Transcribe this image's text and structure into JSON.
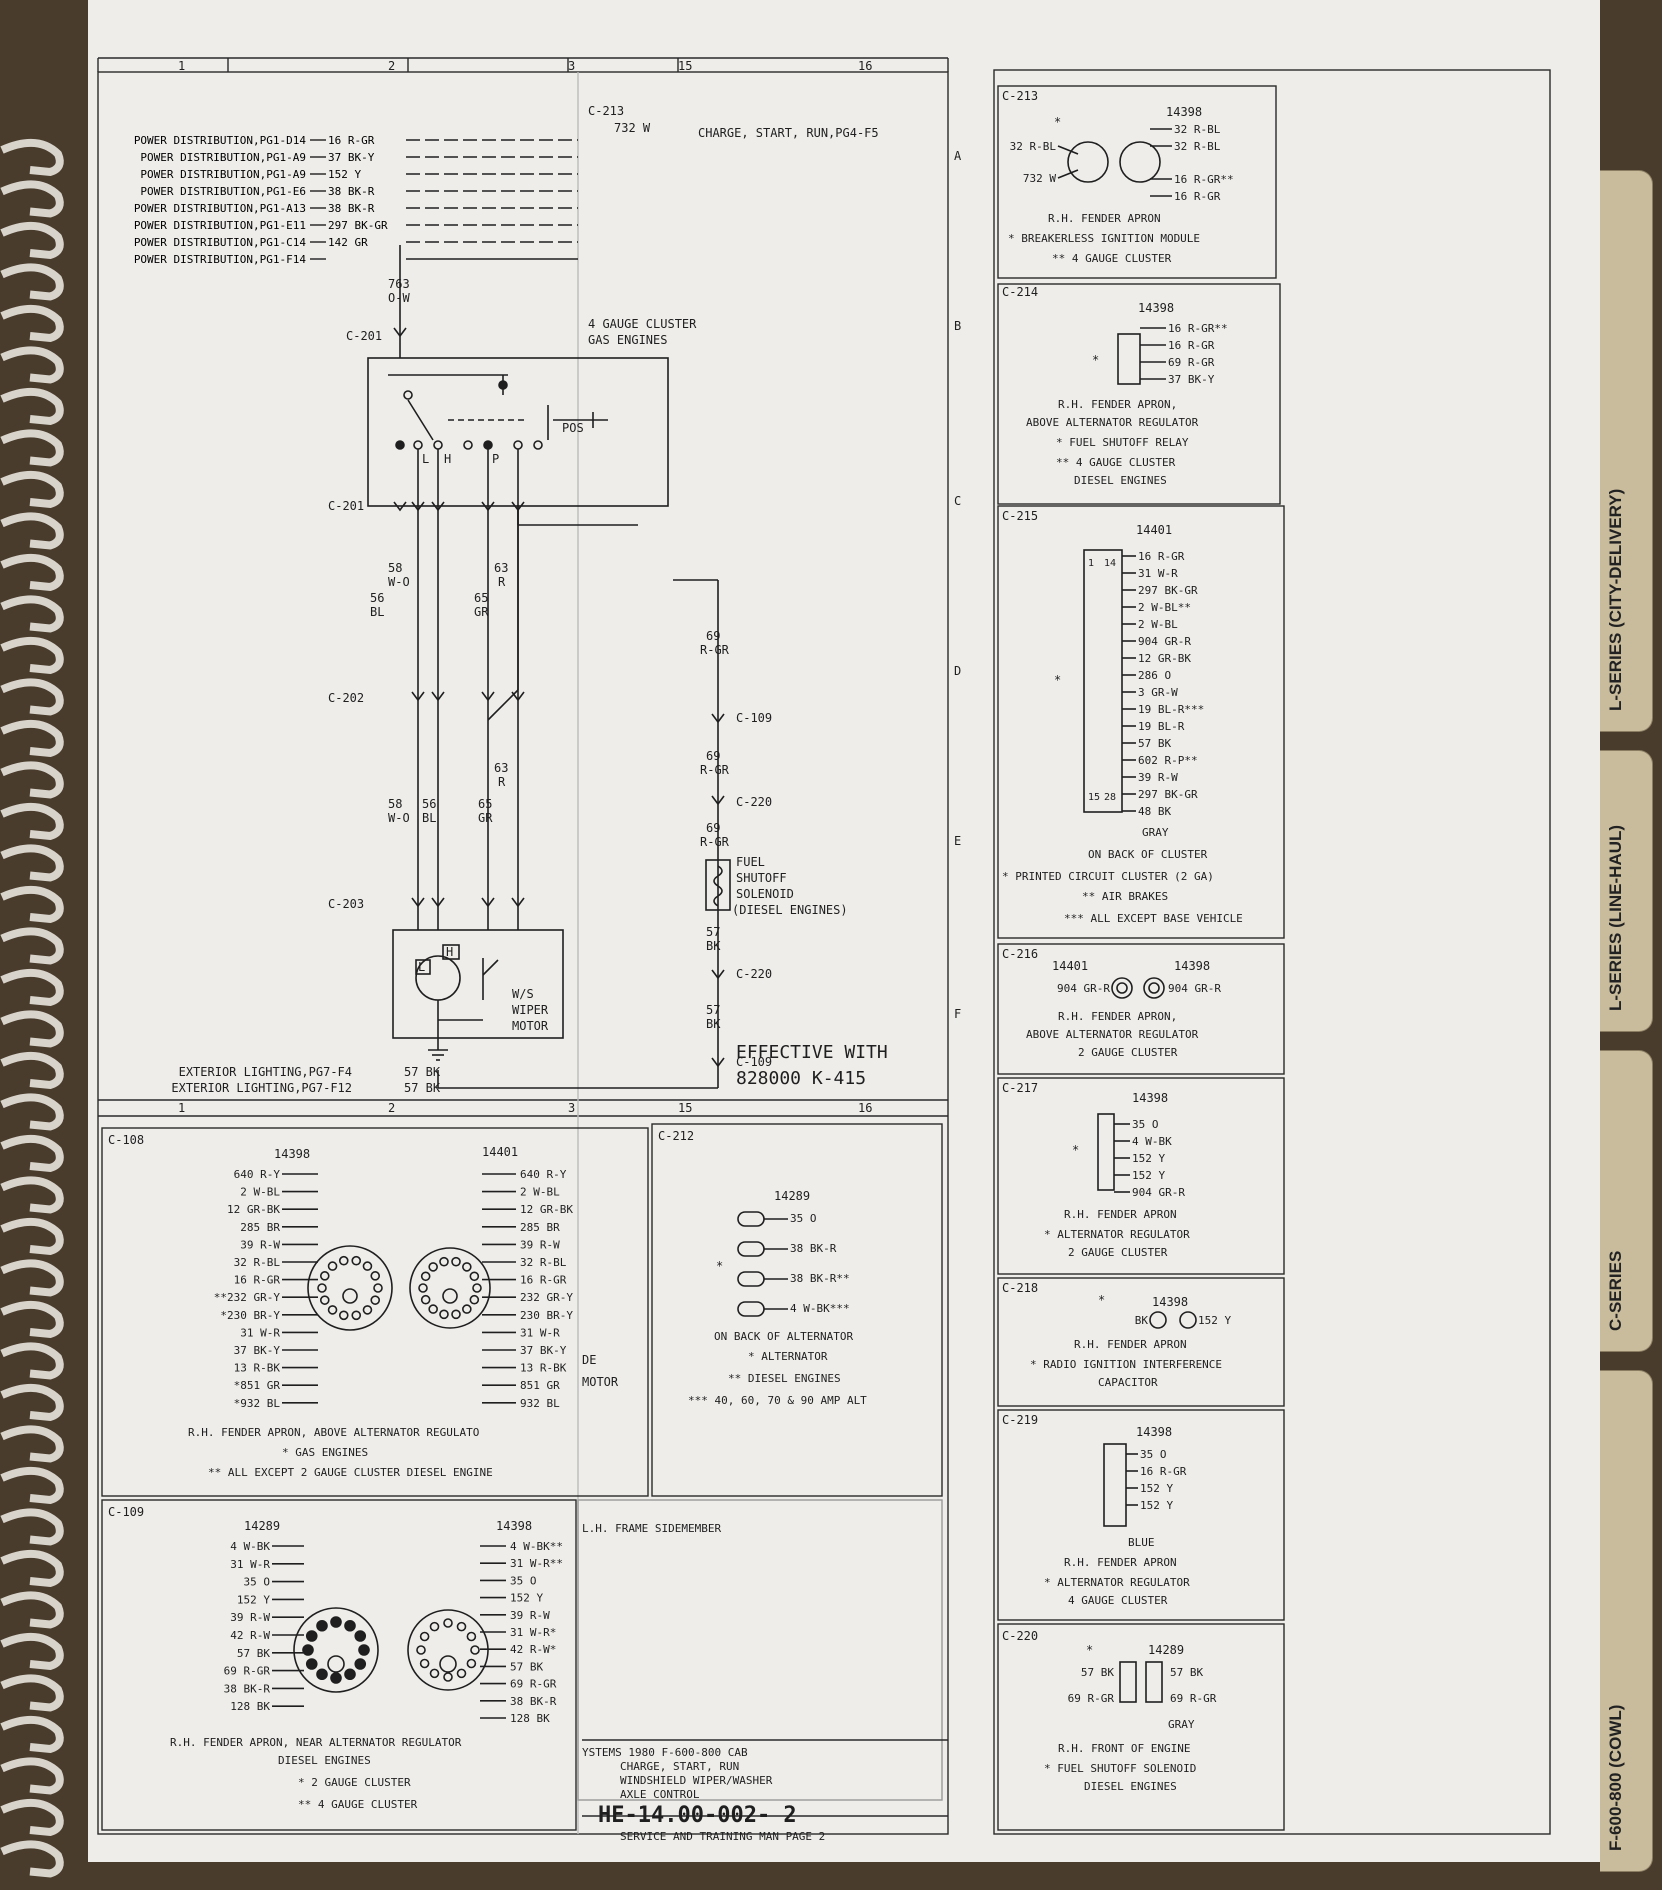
{
  "tabs": [
    "L-SERIES (CITY-DELIVERY)",
    "L-SERIES (LINE-HAUL)",
    "C-SERIES",
    "F-600-800 (COWL)"
  ],
  "grid": {
    "top_cols": [
      "1",
      "2",
      "3",
      "15",
      "16"
    ],
    "rows": [
      "A",
      "B",
      "C",
      "D",
      "E",
      "F"
    ]
  },
  "power_rows": [
    {
      "label": "POWER DISTRIBUTION,PG1-D14",
      "wire": "16 R-GR"
    },
    {
      "label": "POWER DISTRIBUTION,PG1-A9",
      "wire": "37 BK-Y"
    },
    {
      "label": "POWER DISTRIBUTION,PG1-A9",
      "wire": "152 Y"
    },
    {
      "label": "POWER DISTRIBUTION,PG1-E6",
      "wire": "38 BK-R"
    },
    {
      "label": "POWER DISTRIBUTION,PG1-A13",
      "wire": "38 BK-R"
    },
    {
      "label": "POWER DISTRIBUTION,PG1-E11",
      "wire": "297 BK-GR"
    },
    {
      "label": "POWER DISTRIBUTION,PG1-C14",
      "wire": "142 GR"
    },
    {
      "label": "POWER DISTRIBUTION,PG1-F14",
      "wire": ""
    }
  ],
  "schematic": {
    "c213": "C-213",
    "c213_wire": "732 W",
    "c213_dest": "CHARGE, START, RUN,PG4-F5",
    "w763a": "763",
    "w763b": "O-W",
    "c201": "C-201",
    "c202": "C-202",
    "c203": "C-203",
    "w58a": "58",
    "w58b": "W-O",
    "w56a": "56",
    "w56b": "BL",
    "w63a": "63",
    "w63b": "R",
    "w65a": "65",
    "w65b": "GR",
    "sw_h": "H",
    "sw_l": "L",
    "sw_p": "P",
    "sw_pos": "POS",
    "motor_h": "H",
    "motor_l": "L",
    "wiper1": "W/S",
    "wiper2": "WIPER",
    "wiper3": "MOTOR",
    "cluster1": "4 GAUGE CLUSTER",
    "cluster2": "GAS ENGINES",
    "w69a": "69",
    "w69b": "R-GR",
    "c109": "C-109",
    "c220": "C-220",
    "sol1": "FUEL",
    "sol2": "SHUTOFF",
    "sol3": "SOLENOID",
    "sol4": "(DIESEL ENGINES)",
    "w57a": "57",
    "w57b": "BK",
    "ext1": "EXTERIOR LIGHTING,PG7-F4",
    "ext2": "EXTERIOR LIGHTING,PG7-F12",
    "ext_wire": "57 BK",
    "eff1": "EFFECTIVE WITH",
    "eff2": "828000 K-415"
  },
  "c108": {
    "id": "C-108",
    "part_a": "14398",
    "part_b": "14401",
    "left": [
      "640 R-Y",
      "2 W-BL",
      "12 GR-BK",
      "285 BR",
      "39 R-W",
      "32 R-BL",
      "16 R-GR",
      "**232 GR-Y",
      "*230 BR-Y",
      "31 W-R",
      "37 BK-Y",
      "13 R-BK",
      "*851 GR",
      "*932 BL"
    ],
    "right": [
      "640 R-Y",
      "2 W-BL",
      "12 GR-BK",
      "285 BR",
      "39 R-W",
      "32 R-BL",
      "16 R-GR",
      "232 GR-Y",
      "230 BR-Y",
      "31 W-R",
      "37 BK-Y",
      "13 R-BK",
      "851 GR",
      "932 BL"
    ],
    "loc": "R.H. FENDER APRON, ABOVE ALTERNATOR REGULATO",
    "n1": "* GAS ENGINES",
    "n2": "** ALL EXCEPT 2 GAUGE CLUSTER DIESEL ENGINE"
  },
  "c212": {
    "id": "C-212",
    "part": "14289",
    "wires": [
      "35 O",
      "38 BK-R",
      "38 BK-R**",
      "4 W-BK***"
    ],
    "star": "*",
    "loc": "ON BACK OF ALTERNATOR",
    "n1": "* ALTERNATOR",
    "n2": "** DIESEL ENGINES",
    "n3": "*** 40, 60, 70 & 90 AMP ALT",
    "frag1": "DE",
    "frag2": "MOTOR"
  },
  "c109": {
    "id": "C-109",
    "part_a": "14289",
    "part_b": "14398",
    "left": [
      "4 W-BK",
      "31 W-R",
      "35 O",
      "152 Y",
      "39 R-W",
      "42 R-W",
      "57 BK",
      "69 R-GR",
      "38 BK-R",
      "128 BK"
    ],
    "right": [
      "4 W-BK**",
      "31 W-R**",
      "35 O",
      "152 Y",
      "39 R-W",
      "31 W-R*",
      "42 R-W*",
      "57 BK",
      "69 R-GR",
      "38 BK-R",
      "128 BK"
    ],
    "loc": "R.H. FENDER APRON, NEAR ALTERNATOR REGULATOR",
    "loc2": "DIESEL ENGINES",
    "n1": "* 2 GAUGE CLUSTER",
    "n2": "** 4 GAUGE CLUSTER"
  },
  "frame": "L.H. FRAME SIDEMEMBER",
  "title_block": {
    "l1": "YSTEMS 1980 F-600-800 CAB",
    "l2": "CHARGE, START, RUN",
    "l3": "WINDSHIELD WIPER/WASHER",
    "l4": "AXLE CONTROL",
    "code": "HE-14.00-002- 2",
    "footer": "SERVICE AND TRAINING MAN PAGE 2"
  },
  "c213": {
    "id": "C-213",
    "part": "14398",
    "star": "*",
    "left1": "32 R-BL",
    "left2": "732 W",
    "right": [
      "32 R-BL",
      "32 R-BL",
      "16 R-GR**",
      "16 R-GR"
    ],
    "loc": "R.H. FENDER APRON",
    "n1": "* BREAKERLESS IGNITION MODULE",
    "n2": "** 4 GAUGE CLUSTER"
  },
  "c214": {
    "id": "C-214",
    "part": "14398",
    "star": "*",
    "wires": [
      "16 R-GR**",
      "16 R-GR",
      "69 R-GR",
      "37 BK-Y"
    ],
    "loc": "R.H. FENDER APRON,",
    "loc2": "ABOVE ALTERNATOR REGULATOR",
    "n1": "* FUEL SHUTOFF RELAY",
    "n2": "** 4 GAUGE CLUSTER",
    "n3": "DIESEL ENGINES"
  },
  "c215": {
    "id": "C-215",
    "part": "14401",
    "star": "*",
    "pin_a": "1",
    "pin_b": "14",
    "pin_c": "15",
    "pin_d": "28",
    "wires": [
      "16 R-GR",
      "31 W-R",
      "297 BK-GR",
      "2 W-BL**",
      "2 W-BL",
      "904 GR-R",
      "12 GR-BK",
      "286 O",
      "3 GR-W",
      "19 BL-R***",
      "19 BL-R",
      "57 BK",
      "602 R-P**",
      "39 R-W",
      "297 BK-GR",
      "48 BK"
    ],
    "color": "GRAY",
    "loc": "ON BACK OF CLUSTER",
    "n1": "* PRINTED CIRCUIT CLUSTER (2 GA)",
    "n2": "** AIR BRAKES",
    "n3": "*** ALL EXCEPT BASE VEHICLE"
  },
  "c216": {
    "id": "C-216",
    "part_a": "14401",
    "part_b": "14398",
    "left": "904 GR-R",
    "right": "904 GR-R",
    "loc": "R.H. FENDER APRON,",
    "loc2": "ABOVE ALTERNATOR REGULATOR",
    "n1": "2 GAUGE CLUSTER"
  },
  "c217": {
    "id": "C-217",
    "part": "14398",
    "star": "*",
    "wires": [
      "35 O",
      "4 W-BK",
      "152 Y",
      "152 Y",
      "904 GR-R"
    ],
    "loc": "R.H. FENDER APRON",
    "n1": "* ALTERNATOR REGULATOR",
    "n2": "2 GAUGE CLUSTER"
  },
  "c218": {
    "id": "C-218",
    "part": "14398",
    "star": "*",
    "left": "BK",
    "right": "152 Y",
    "loc": "R.H. FENDER APRON",
    "n1": "* RADIO IGNITION INTERFERENCE",
    "n2": "CAPACITOR"
  },
  "c219": {
    "id": "C-219",
    "part": "14398",
    "wires": [
      "35 O",
      "16 R-GR",
      "152 Y",
      "152 Y"
    ],
    "color": "BLUE",
    "loc": "R.H. FENDER APRON",
    "n1": "* ALTERNATOR REGULATOR",
    "n2": "4 GAUGE CLUSTER"
  },
  "c220": {
    "id": "C-220",
    "part": "14289",
    "star": "*",
    "l1": "57 BK",
    "l2": "69 R-GR",
    "r1": "57 BK",
    "r2": "69 R-GR",
    "color": "GRAY",
    "loc": "R.H. FRONT OF ENGINE",
    "n1": "* FUEL SHUTOFF SOLENOID",
    "n2": "DIESEL ENGINES"
  }
}
